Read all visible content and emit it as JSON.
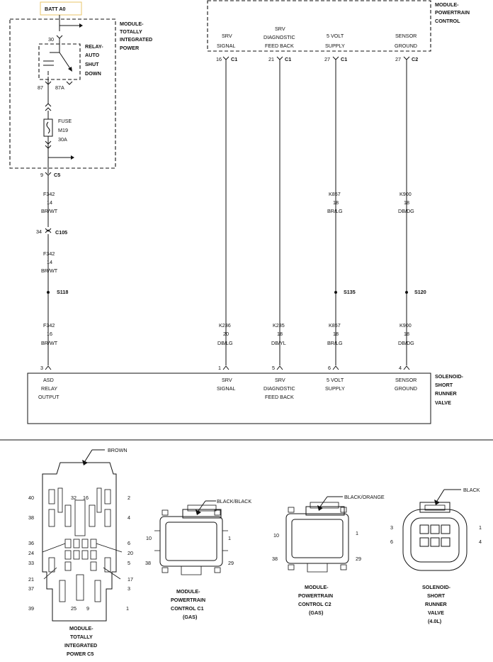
{
  "batt": "BATT A0",
  "tipm": {
    "line1": "MODULE-",
    "line2": "TOTALLY",
    "line3": "INTEGRATED",
    "line4": "POWER"
  },
  "pcm": {
    "line1": "MODULE-",
    "line2": "POWERTRAIN",
    "line3": "CONTROL"
  },
  "relay": {
    "pin_in": "30",
    "line1": "RELAY-",
    "line2": "AUTO",
    "line3": "SHUT",
    "line4": "DOWN",
    "pin_87": "87",
    "pin_87a": "87A"
  },
  "fuse": {
    "line1": "FUSE",
    "line2": "M19",
    "line3": "30A"
  },
  "c5": {
    "pin": "9",
    "label": "C5"
  },
  "pcm_pins": [
    {
      "l1": "SRV",
      "l2": "SIGNAL",
      "l3": "",
      "pin": "16",
      "conn": "C1"
    },
    {
      "l1": "SRV",
      "l2": "DIAGNOSTIC",
      "l3": "FEED BACK",
      "pin": "21",
      "conn": "C1"
    },
    {
      "l1": "5 VOLT",
      "l2": "SUPPLY",
      "l3": "",
      "pin": "27",
      "conn": "C1"
    },
    {
      "l1": "SENSOR",
      "l2": "GROUND",
      "l3": "",
      "pin": "27",
      "conn": "C2"
    }
  ],
  "wires": {
    "f342_a": {
      "circuit": "F342",
      "gauge": "14",
      "color": "BR/WT"
    },
    "c105": {
      "pin": "34",
      "label": "C105"
    },
    "f342_b": {
      "circuit": "F342",
      "gauge": "14",
      "color": "BR/WT"
    },
    "s118": "S118",
    "f342_c": {
      "circuit": "F342",
      "gauge": "16",
      "color": "BR/WT"
    },
    "k857_a": {
      "circuit": "K857",
      "gauge": "18",
      "color": "BR/LG"
    },
    "s135": "S135",
    "k857_b": {
      "circuit": "K857",
      "gauge": "18",
      "color": "BR/LG"
    },
    "k900_a": {
      "circuit": "K900",
      "gauge": "18",
      "color": "DB/DG"
    },
    "s120": "S120",
    "k900_b": {
      "circuit": "K900",
      "gauge": "18",
      "color": "DB/DG"
    },
    "k236": {
      "circuit": "K236",
      "gauge": "20",
      "color": "DB/LG"
    },
    "k235": {
      "circuit": "K235",
      "gauge": "18",
      "color": "DB/YL"
    }
  },
  "valve": {
    "line1": "SOLENOID-",
    "line2": "SHORT",
    "line3": "RUNNER",
    "line4": "VALVE",
    "pins": [
      {
        "pin": "3",
        "l1": "ASD",
        "l2": "RELAY",
        "l3": "OUTPUT"
      },
      {
        "pin": "1",
        "l1": "SRV",
        "l2": "SIGNAL",
        "l3": ""
      },
      {
        "pin": "5",
        "l1": "SRV",
        "l2": "DIAGNOSTIC",
        "l3": "FEED BACK"
      },
      {
        "pin": "6",
        "l1": "5 VOLT",
        "l2": "SUPPLY",
        "l3": ""
      },
      {
        "pin": "4",
        "l1": "SENSOR",
        "l2": "GROUND",
        "l3": ""
      }
    ]
  },
  "connectors": {
    "c5": {
      "color": "BROWN",
      "pins": [
        "40",
        "32",
        "16",
        "2",
        "38",
        "4",
        "36",
        "6",
        "24",
        "20",
        "33",
        "5",
        "21",
        "17",
        "37",
        "3",
        "39",
        "25",
        "9",
        "1"
      ],
      "name": [
        "MODULE-",
        "TOTALLY",
        "INTEGRATED",
        "POWER C5"
      ]
    },
    "pcm_c1": {
      "color": "BLACK/BLACK",
      "pins": [
        "10",
        "1",
        "38",
        "29"
      ],
      "name": [
        "MODULE-",
        "POWERTRAIN",
        "CONTROL C1",
        "(GAS)"
      ]
    },
    "pcm_c2": {
      "color": "BLACK/ORANGE",
      "pins": [
        "10",
        "1",
        "38",
        "29"
      ],
      "name": [
        "MODULE-",
        "POWERTRAIN",
        "CONTROL C2",
        "(GAS)"
      ]
    },
    "srv": {
      "color": "BLACK",
      "pins": [
        "3",
        "1",
        "6",
        "4"
      ],
      "name": [
        "SOLENOID-",
        "SHORT",
        "RUNNER",
        "VALVE",
        "(4.0L)"
      ]
    }
  }
}
